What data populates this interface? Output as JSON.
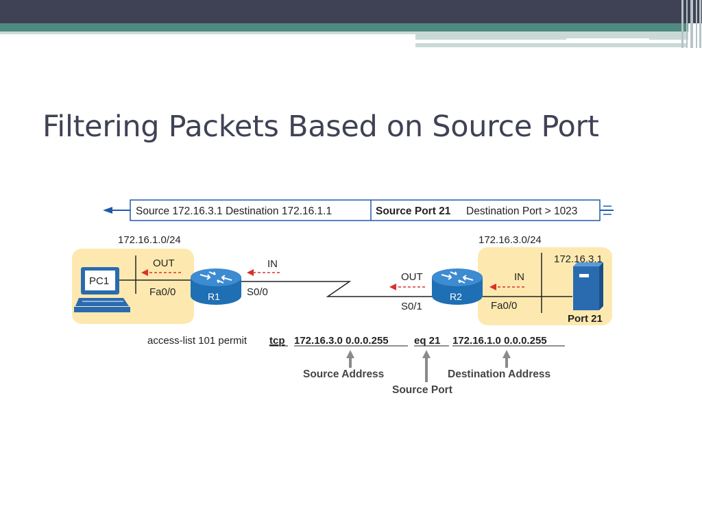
{
  "slide": {
    "title": "Filtering Packets Based on Source Port"
  },
  "diagram": {
    "packet": {
      "addresses": "Source 172.16.3.1 Destination 172.16.1.1",
      "port_bold": "Source Port 21",
      "port_rest": "Destination Port > 1023"
    },
    "left_subnet": "172.16.1.0/24",
    "right_subnet": "172.16.3.0/24",
    "pc_label": "PC1",
    "r1_label": "R1",
    "r2_label": "R2",
    "r1_out": "OUT",
    "r1_in": "IN",
    "r1_lan_if": "Fa0/0",
    "r1_wan_if": "S0/0",
    "r2_out": "OUT",
    "r2_in": "IN",
    "r2_wan_if": "S0/1",
    "r2_lan_if": "Fa0/0",
    "server_ip": "172.16.3.1",
    "server_port": "Port 21",
    "acl_prefix": "access-list 101 permit",
    "acl_protocol": "tcp",
    "acl_source": "172.16.3.0 0.0.0.255",
    "acl_port": "eq 21",
    "acl_destination": "172.16.1.0 0.0.0.255",
    "label_source_address": "Source Address",
    "label_source_port": "Source Port",
    "label_destination_address": "Destination Address",
    "colors": {
      "title": "#3f4255",
      "topbar": "#3f4255",
      "accent_teal": "#4e8a7f",
      "lan_fill": "#fde9b0",
      "router_blue": "#1f6fb4",
      "arrow_red": "#d9312b",
      "packet_arrow_blue": "#1e5aa8"
    }
  }
}
